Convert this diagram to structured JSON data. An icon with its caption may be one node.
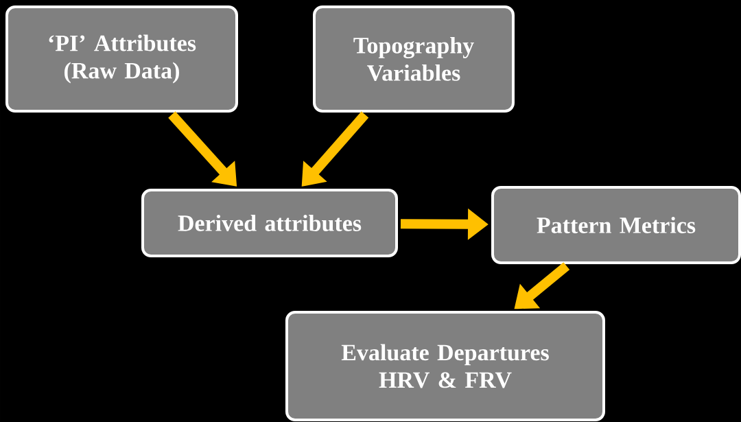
{
  "diagram": {
    "nodes": [
      {
        "text": [
          "‘PI’ Attributes (Raw Data)"
        ]
      },
      {
        "text": [
          "Topography Variables"
        ]
      },
      {
        "text": [
          "Derived attributes"
        ]
      },
      {
        "text": [
          "Pattern Metrics"
        ]
      },
      {
        "text": [
          "Evaluate Departures HRV & FRV"
        ]
      }
    ],
    "edges": [
      {
        "from": 0,
        "to": 2,
        "arrow": "to"
      },
      {
        "from": 1,
        "to": 2,
        "arrow": "to"
      },
      {
        "from": 2,
        "to": 3,
        "arrow": "to"
      },
      {
        "from": 3,
        "to": 4,
        "arrow": "to"
      }
    ]
  }
}
